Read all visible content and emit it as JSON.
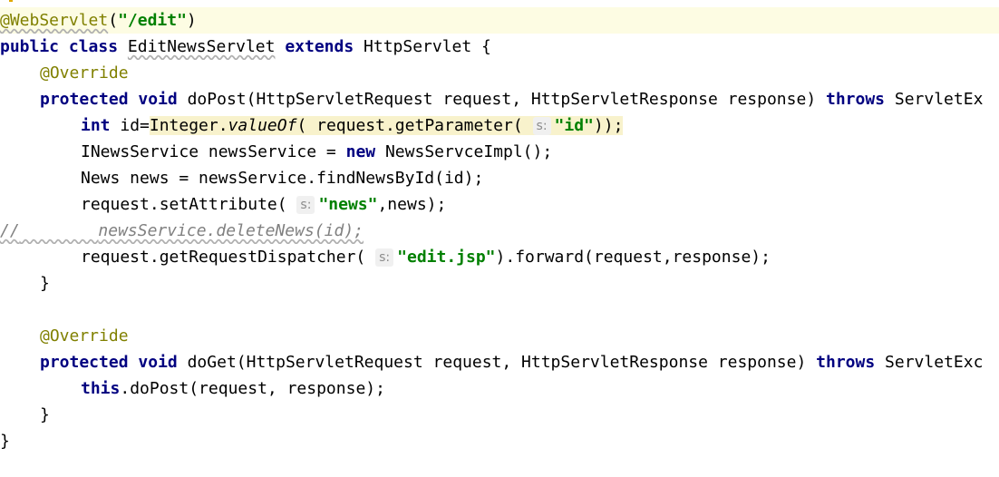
{
  "editor": {
    "line1": {
      "annotation": "@WebServlet",
      "paren_open": "(",
      "string": "\"/edit\"",
      "paren_close": ")"
    },
    "line2": {
      "kw_public": "public",
      "kw_class": "class",
      "class_name": "EditNewsServlet",
      "kw_extends": "extends",
      "rest": "HttpServlet {"
    },
    "line3": {
      "annotation": "@Override"
    },
    "line4": {
      "kw_protected": "protected",
      "kw_void": "void",
      "rest": "doPost(HttpServletRequest request, HttpServletResponse response)",
      "kw_throws": "throws",
      "tail": "ServletEx"
    },
    "line5": {
      "kw_int": "int",
      "part1": "id=",
      "part2": "Integer.",
      "italic_method": "valueOf",
      "part3": "( request.getParameter(",
      "hint": "s:",
      "string": "\"id\"",
      "part4": "));"
    },
    "line6": {
      "part1": "INewsService newsService = ",
      "kw_new": "new",
      "part2": "NewsServceImpl();"
    },
    "line7": {
      "text": "News news = newsService.findNewsById(id);"
    },
    "line8": {
      "part1": "request.setAttribute(",
      "hint": "s:",
      "string": "\"news\"",
      "part2": ",news);"
    },
    "line9": {
      "comment_slashes": "//",
      "comment_body": "newsService.deleteNews(id);"
    },
    "line10": {
      "part1": "request.getRequestDispatcher(",
      "hint": "s:",
      "string": "\"edit.jsp\"",
      "part2": ").forward(request,response);"
    },
    "line11": {
      "text": "}"
    },
    "line13": {
      "annotation": "@Override"
    },
    "line14": {
      "kw_protected": "protected",
      "kw_void": "void",
      "rest": "doGet(HttpServletRequest request, HttpServletResponse response)",
      "kw_throws": "throws",
      "tail": "ServletExc"
    },
    "line15": {
      "kw_this": "this",
      "rest": ".doPost(request, response);"
    },
    "line16": {
      "text": "}"
    },
    "line17": {
      "text": "}"
    }
  },
  "colors": {
    "keyword": "#000080",
    "annotation": "#808000",
    "string": "#008000",
    "comment": "#808080",
    "caret_line": "#fdfce3"
  },
  "icons": {
    "intention": "lightbulb-icon"
  }
}
